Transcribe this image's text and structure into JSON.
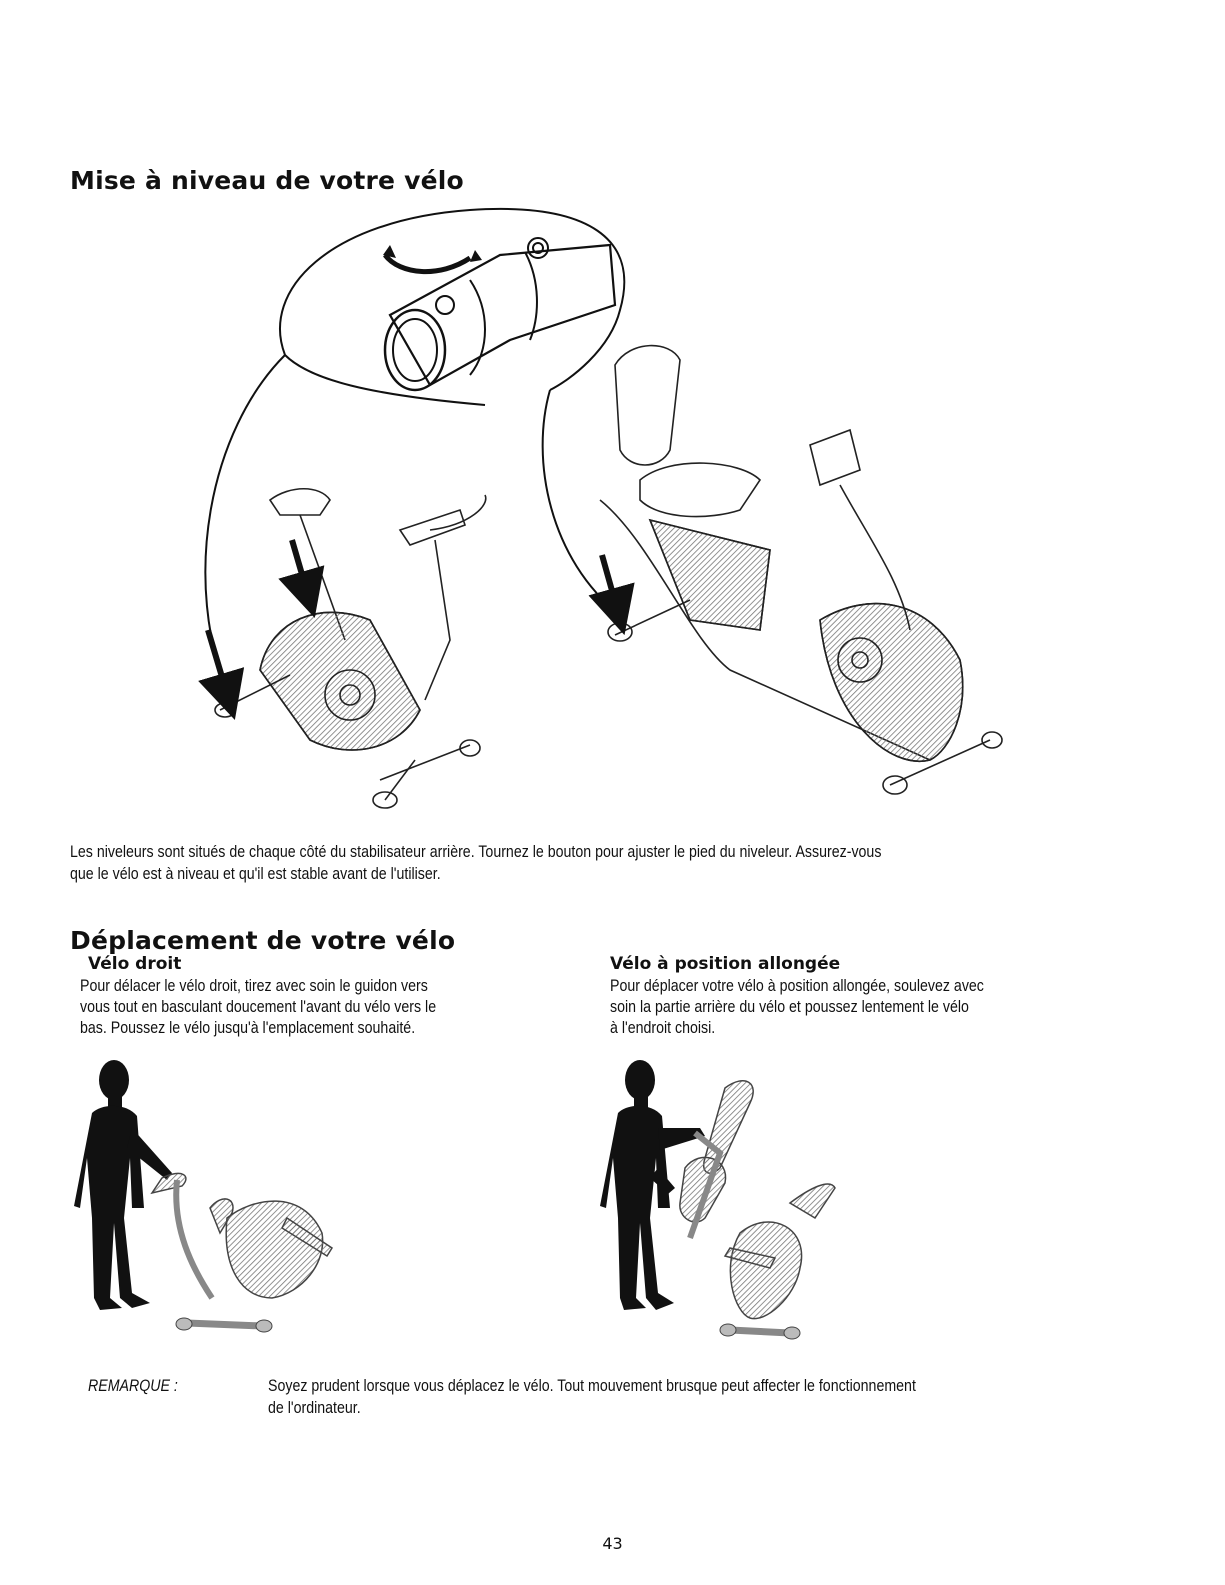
{
  "leveling": {
    "title": "Mise à niveau de votre vélo",
    "text_line1": "Les niveleurs sont situés de chaque côté du stabilisateur arrière. Tournez le bouton pour ajuster le pied du niveleur. Assurez-vous",
    "text_line2": "que le vélo est à niveau et qu'il est stable avant de l'utiliser."
  },
  "moving": {
    "title": "Déplacement de votre vélo",
    "upright": {
      "title": "Vélo droit",
      "lines": [
        "Pour délacer le vélo droit, tirez avec soin le guidon vers",
        "vous tout en basculant doucement l'avant du vélo vers le",
        "bas. Poussez le vélo jusqu'à l'emplacement souhaité."
      ]
    },
    "recumbent": {
      "title": "Vélo à position allongée",
      "lines": [
        "Pour déplacer votre vélo à position allongée, soulevez avec",
        "soin la partie arrière du vélo et poussez lentement le vélo",
        "à l'endroit choisi."
      ]
    }
  },
  "note": {
    "label": "REMARQUE :",
    "line1": "Soyez prudent lorsque vous déplacez le vélo. Tout mouvement brusque peut affecter le fonctionnement",
    "line2": "de l'ordinateur."
  },
  "page_number": "43"
}
